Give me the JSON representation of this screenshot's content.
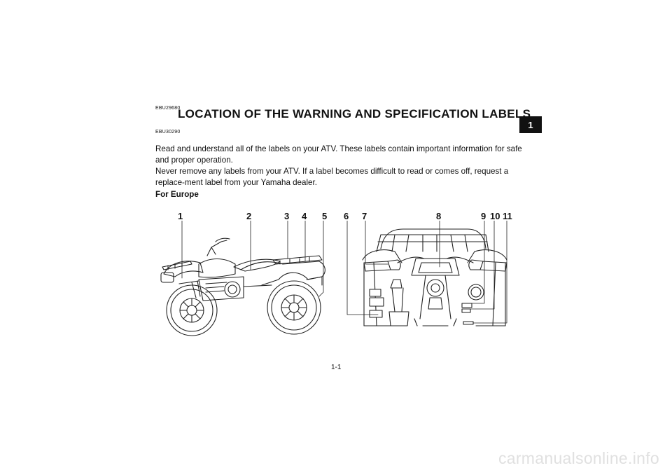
{
  "chapter_tab": "1",
  "codes": {
    "top": "EBU29680",
    "second": "EBU30290"
  },
  "title": "LOCATION OF THE WARNING AND SPECIFICATION LABELS",
  "paragraphs": [
    "Read and understand all of the labels on your ATV. These labels contain important information for safe and proper operation.",
    "Never remove any labels from your ATV. If a label becomes difficult to read or comes off, request a replace-ment label from your Yamaha dealer."
  ],
  "subheading": "For Europe",
  "callouts": [
    "1",
    "2",
    "3",
    "4",
    "5",
    "6",
    "7",
    "8",
    "9",
    "10",
    "11"
  ],
  "page_number": "1-1",
  "watermark": "carmanualsonline.info"
}
